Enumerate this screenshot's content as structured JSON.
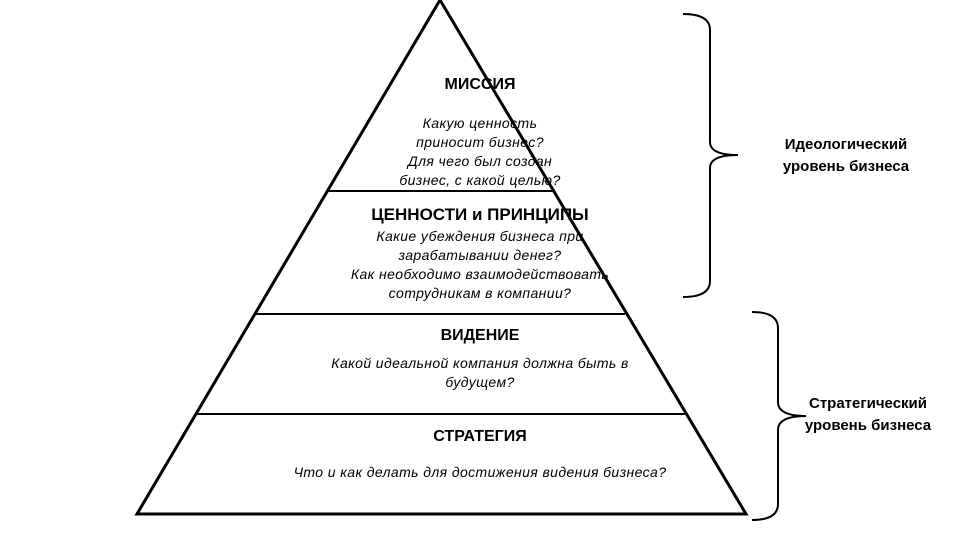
{
  "pyramid": {
    "levels": [
      {
        "title": "МИССИЯ",
        "questions": [
          "Какую ценность",
          "приносит бизнес?",
          "Для чего был создан",
          "бизнес, с какой целью?"
        ]
      },
      {
        "title": "ЦЕННОСТИ и ПРИНЦИПЫ",
        "questions": [
          "Какие убеждения бизнеса при",
          "зарабатывании денег?",
          "Как необходимо взаимодействовать",
          "сотрудникам в компании?"
        ]
      },
      {
        "title": "ВИДЕНИЕ",
        "questions": [
          "Какой идеальной компания должна быть в",
          "будущем?"
        ]
      },
      {
        "title": "СТРАТЕГИЯ",
        "questions": [
          "Что и как делать для достижения видения бизнеса?"
        ]
      }
    ]
  },
  "brackets": {
    "ideological": {
      "line1": "Идеологический",
      "line2": "уровень бизнеса"
    },
    "strategic": {
      "line1": "Стратегический",
      "line2": "уровень бизнеса"
    }
  },
  "colors": {
    "stroke": "#000000",
    "background": "#ffffff"
  }
}
